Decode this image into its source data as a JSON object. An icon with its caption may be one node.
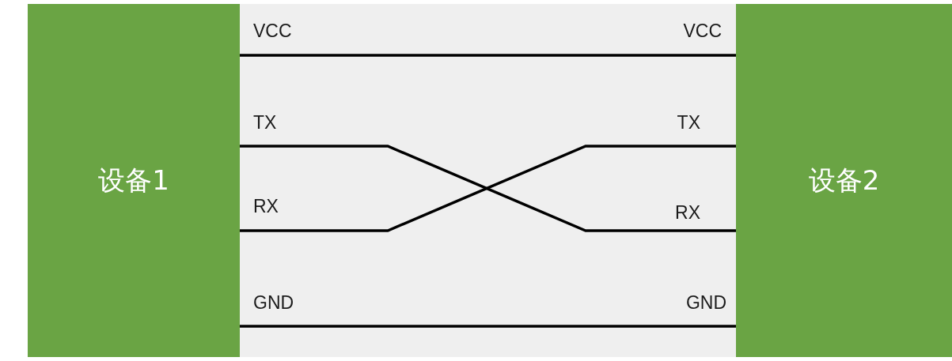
{
  "diagram": {
    "nodes": [
      {
        "text": [
          "设备1"
        ]
      },
      {
        "text": [
          "设备2"
        ]
      }
    ],
    "edges": [
      {
        "from": 0,
        "to": 1,
        "arrow": "none"
      },
      {
        "from": 0,
        "to": 1,
        "arrow": "none"
      },
      {
        "from": 0,
        "to": 1,
        "arrow": "none"
      },
      {
        "from": 0,
        "to": 1,
        "arrow": "none"
      }
    ],
    "labels": [
      "VCC",
      "VCC",
      "TX",
      "TX",
      "RX",
      "RX",
      "GND",
      "GND"
    ]
  }
}
